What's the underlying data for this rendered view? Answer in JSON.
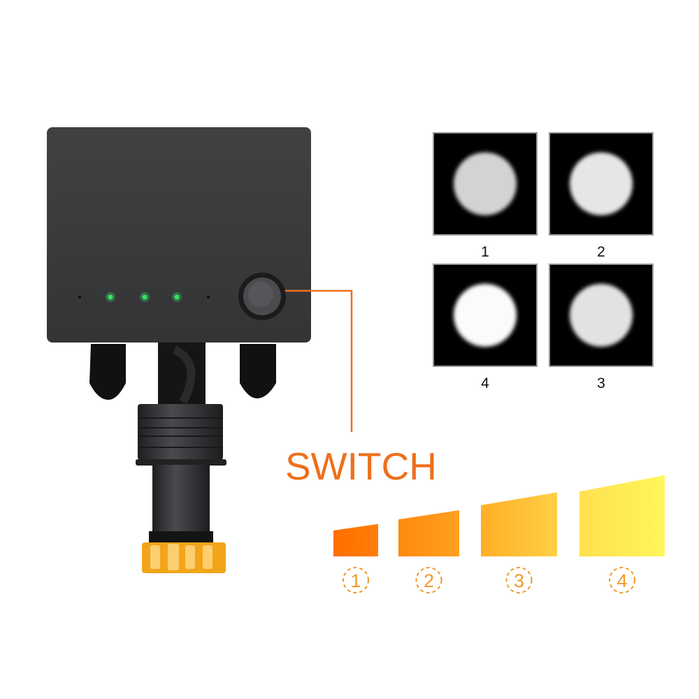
{
  "product": {
    "switch_label": "SWITCH",
    "indicator_leds": [
      {
        "state": "off"
      },
      {
        "state": "on"
      },
      {
        "state": "on"
      },
      {
        "state": "on"
      },
      {
        "state": "off"
      }
    ],
    "led_on_color": "#39e36a",
    "accent_color": "#ee6f1c"
  },
  "beam_panels": [
    {
      "label": "1",
      "brightness": "#d3d3d3"
    },
    {
      "label": "2",
      "brightness": "#e6e6e6"
    },
    {
      "label": "4",
      "brightness": "#fbfbfb"
    },
    {
      "label": "3",
      "brightness": "#e2e2e2"
    }
  ],
  "levels": [
    {
      "label": "1",
      "color_start": "#ff6f00",
      "color_end": "#ff7d0a",
      "relative_height": 0.4
    },
    {
      "label": "2",
      "color_start": "#ff8a10",
      "color_end": "#ffa020",
      "relative_height": 0.57
    },
    {
      "label": "3",
      "color_start": "#ffaf28",
      "color_end": "#ffcf45",
      "relative_height": 0.79
    },
    {
      "label": "4",
      "color_start": "#ffe050",
      "color_end": "#fff65a",
      "relative_height": 1.0
    }
  ]
}
